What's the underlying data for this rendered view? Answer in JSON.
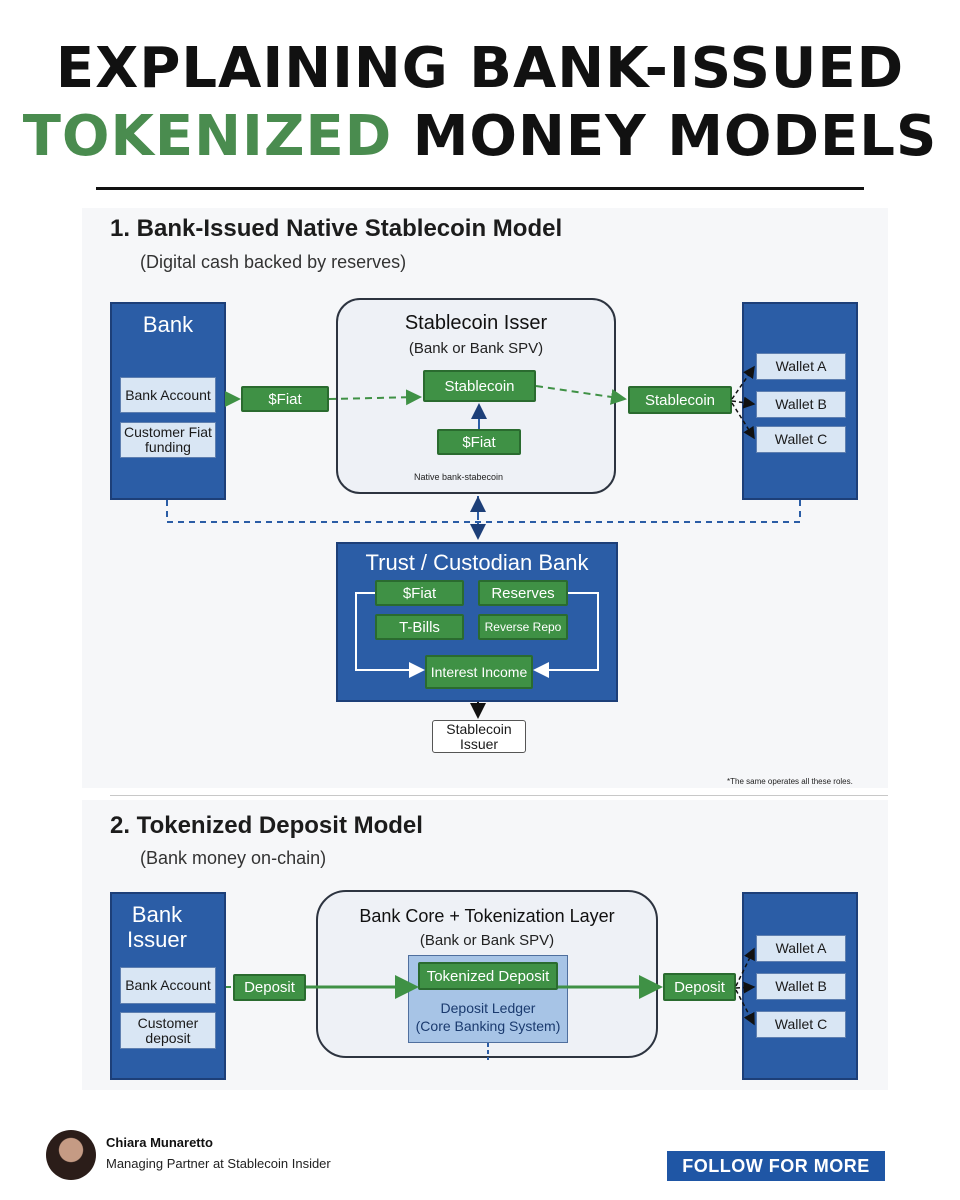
{
  "header": {
    "line1": "EXPLAINING BANK-ISSUED",
    "line2_accent": "TOKENIZED",
    "line2_rest": " MONEY MODELS"
  },
  "section1": {
    "heading": "1. Bank-Issued Native Stablecoin Model",
    "subtitle": "(Digital cash backed by reserves)",
    "bank": {
      "title": "Bank",
      "items": [
        "Bank Account",
        "Customer Fiat funding"
      ]
    },
    "fiat_flow": "$Fiat",
    "issuer": {
      "title": "Stablecoin Isser",
      "subtitle": "(Bank or Bank SPV)",
      "stablecoin": "Stablecoin",
      "fiat": "$Fiat",
      "note": "Native bank-stabecoin"
    },
    "out_flow": "Stablecoin",
    "wallets": [
      "Wallet A",
      "Wallet B",
      "Wallet C"
    ],
    "custodian": {
      "title": "Trust / Custodian Bank",
      "items": [
        "$Fiat",
        "Reserves",
        "T-Bills",
        "Reverse Repo"
      ],
      "income": "Interest Income"
    },
    "bottom_issuer": "Stablecoin Issuer",
    "footnote": "*The same operates all these roles."
  },
  "section2": {
    "heading": "2. Tokenized Deposit Model",
    "subtitle": "(Bank money on-chain)",
    "bank": {
      "title": "Bank Issuer",
      "items": [
        "Bank Account",
        "Customer deposit"
      ]
    },
    "in_flow": "Deposit",
    "core": {
      "title": "Bank Core + Tokenization Layer",
      "subtitle": "(Bank or Bank SPV)",
      "token": "Tokenized Deposit",
      "ledger": "Deposit Ledger",
      "ledger_sub": "(Core Banking System)"
    },
    "out_flow": "Deposit",
    "wallets": [
      "Wallet A",
      "Wallet B",
      "Wallet C"
    ]
  },
  "footer": {
    "author": "Chiara Munaretto",
    "role": "Managing Partner at Stablecoin Insider",
    "cta": "FOLLOW FOR MORE"
  },
  "colors": {
    "accent_green": "#4a8c4f",
    "box_blue": "#2b5da6",
    "box_green": "#3f9145",
    "cta_blue": "#1f56a5"
  }
}
